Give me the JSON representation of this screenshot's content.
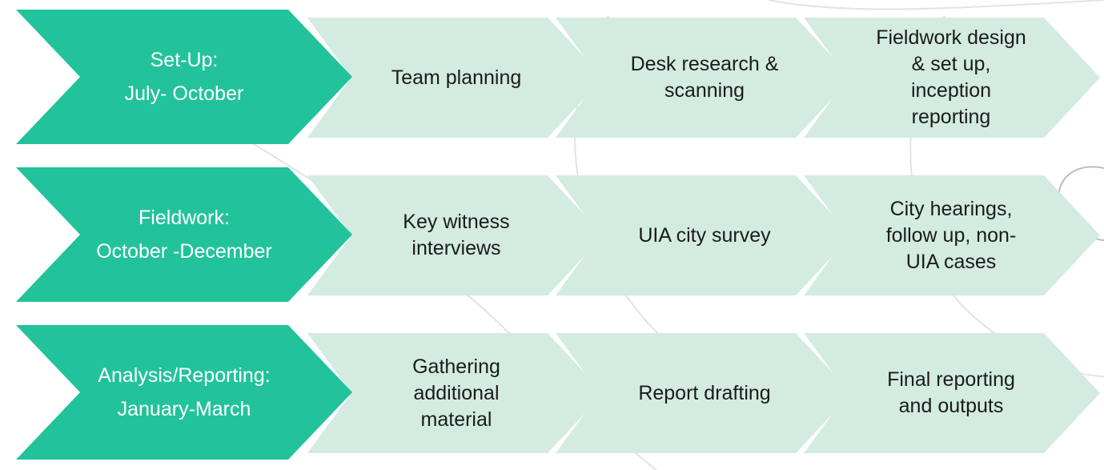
{
  "colors": {
    "phase_fill": "#22c39a",
    "step_fill": "#d3ebe1",
    "phase_text": "#ffffff",
    "step_text": "#1b1b1b"
  },
  "rows": [
    {
      "phase": {
        "title": "Set-Up:",
        "period": "July- October"
      },
      "steps": [
        "Team planning",
        "Desk research &\nscanning",
        "Fieldwork design\n& set up,\ninception\nreporting"
      ]
    },
    {
      "phase": {
        "title": "Fieldwork:",
        "period": "October -December"
      },
      "steps": [
        "Key witness\ninterviews",
        "UIA city survey",
        "City hearings,\nfollow up, non-\nUIA cases"
      ]
    },
    {
      "phase": {
        "title": "Analysis/Reporting:",
        "period": "January-March"
      },
      "steps": [
        "Gathering\nadditional\nmaterial",
        "Report drafting",
        "Final reporting\nand outputs"
      ]
    }
  ]
}
